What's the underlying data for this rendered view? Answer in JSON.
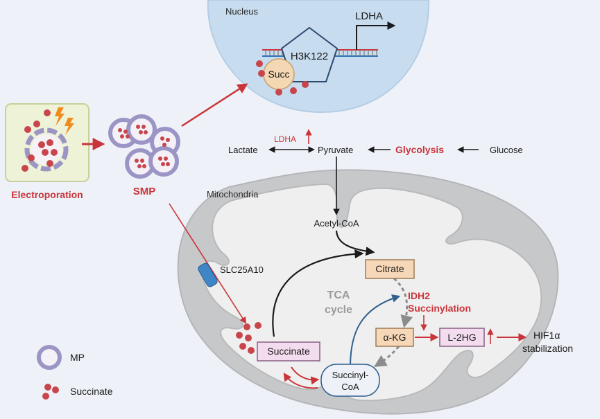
{
  "nucleus": {
    "label": "Nucleus",
    "gene": "LDHA",
    "histone_mark": "H3K122",
    "succ_label": "Succ"
  },
  "electroporation": {
    "label": "Electroporation"
  },
  "smp": {
    "label": "SMP"
  },
  "glycolysis_row": {
    "lactate": "Lactate",
    "pyruvate": "Pyruvate",
    "glycolysis": "Glycolysis",
    "glucose": "Glucose",
    "ldha": "LDHA"
  },
  "mitochondria": {
    "label": "Mitochondria",
    "acetyl_coa": "Acetyl-CoA",
    "citrate": "Citrate",
    "tca_line1": "TCA",
    "tca_line2": "cycle",
    "idh2_line1": "IDH2",
    "idh2_line2": "Succinylation",
    "akg": "α-KG",
    "l2hg": "L-2HG",
    "succinate": "Succinate",
    "succinyl_coa_line1": "Succinyl-",
    "succinyl_coa_line2": "CoA",
    "slc": "SLC25A10"
  },
  "hif": {
    "line1": "HIF1α",
    "line2": "stabilization"
  },
  "legend": {
    "mp": "MP",
    "succinate": "Succinate"
  },
  "colors": {
    "red_accent": "#c9343a",
    "dot_red": "#c8454c",
    "nucleus_fill": "#c7dcef",
    "mito_outer": "#c7c8ca",
    "mito_inner": "#efefef",
    "box_orange": "#f6d7b7",
    "box_pink": "#f2dcee",
    "succ_coa_border": "#2f5f8f",
    "slc_blue": "#3f86c7"
  }
}
